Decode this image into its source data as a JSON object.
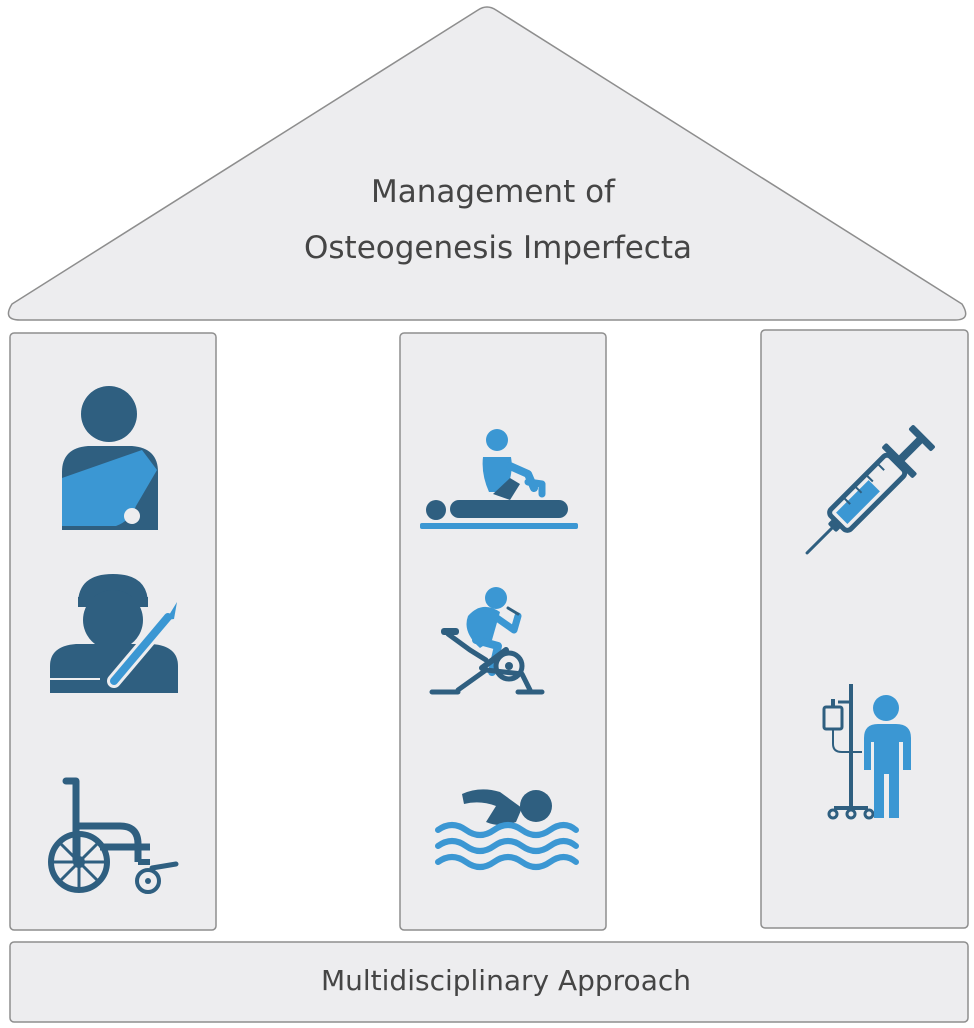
{
  "roof": {
    "title_line1": "Management of",
    "title_line2": "Osteogenesis Imperfecta"
  },
  "base": {
    "label": "Multidisciplinary Approach"
  },
  "pillars": [
    {
      "icons": [
        "arm-sling-patient-icon",
        "surgeon-scalpel-icon",
        "wheelchair-icon"
      ]
    },
    {
      "icons": [
        "physiotherapy-icon",
        "exercise-bike-icon",
        "swimming-icon"
      ]
    },
    {
      "icons": [
        "syringe-icon",
        "iv-drip-patient-icon"
      ]
    }
  ],
  "colors": {
    "panel_fill": "#ededef",
    "panel_stroke": "#8e8e8e",
    "icon_dark": "#2f5f80",
    "icon_light": "#3b97d3",
    "text": "#454545"
  }
}
